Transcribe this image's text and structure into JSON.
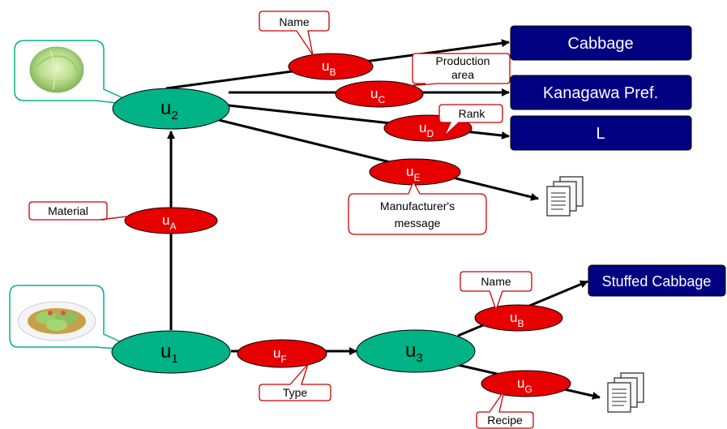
{
  "nodes": {
    "u1": {
      "base": "u",
      "sub": "1"
    },
    "u2": {
      "base": "u",
      "sub": "2"
    },
    "u3": {
      "base": "u",
      "sub": "3"
    }
  },
  "edges": {
    "uA": {
      "base": "u",
      "sub": "A"
    },
    "uB_top": {
      "base": "u",
      "sub": "B"
    },
    "uC": {
      "base": "u",
      "sub": "C"
    },
    "uD": {
      "base": "u",
      "sub": "D"
    },
    "uE": {
      "base": "u",
      "sub": "E"
    },
    "uF": {
      "base": "u",
      "sub": "F"
    },
    "uB_bottom": {
      "base": "u",
      "sub": "B"
    },
    "uG": {
      "base": "u",
      "sub": "G"
    }
  },
  "labels": {
    "name_top": "Name",
    "production_area_1": "Production",
    "production_area_2": "area",
    "rank": "Rank",
    "manufacturer_1": "Manufacturer's",
    "manufacturer_2": "message",
    "material": "Material",
    "name_bottom": "Name",
    "type": "Type",
    "recipe": "Recipe"
  },
  "values": {
    "cabbage": "Cabbage",
    "kanagawa": "Kanagawa Pref.",
    "rank_value": "L",
    "stuffed_cabbage": "Stuffed Cabbage"
  },
  "colors": {
    "node_fill": "#00b386",
    "edge_fill": "#e60000",
    "value_box": "#000080",
    "callout_border_red": "#cc0000",
    "callout_border_green": "#00b386"
  },
  "icons": [
    "cabbage-photo",
    "stuffed-cabbage-photo",
    "document-icon",
    "document-icon"
  ]
}
